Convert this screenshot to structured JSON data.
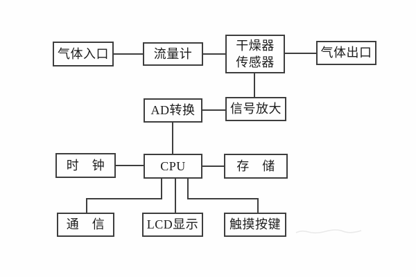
{
  "diagram": {
    "nodes": [
      {
        "id": "gas-inlet",
        "label": "气体入口"
      },
      {
        "id": "flow-meter",
        "label": "流量计"
      },
      {
        "id": "dryer-sensor",
        "label": "干燥器\n传感器"
      },
      {
        "id": "gas-outlet",
        "label": "气体出口"
      },
      {
        "id": "ad-converter",
        "label": "AD转换"
      },
      {
        "id": "signal-amplifier",
        "label": "信号放大"
      },
      {
        "id": "clock",
        "label": "时　钟"
      },
      {
        "id": "cpu",
        "label": "CPU"
      },
      {
        "id": "storage",
        "label": "存　储"
      },
      {
        "id": "communication",
        "label": "通　信"
      },
      {
        "id": "lcd-display",
        "label": "LCD显示"
      },
      {
        "id": "touch-keys",
        "label": "触摸按键"
      }
    ],
    "edges": [
      {
        "from": "gas-inlet",
        "to": "flow-meter"
      },
      {
        "from": "flow-meter",
        "to": "dryer-sensor"
      },
      {
        "from": "dryer-sensor",
        "to": "gas-outlet"
      },
      {
        "from": "dryer-sensor",
        "to": "signal-amplifier"
      },
      {
        "from": "signal-amplifier",
        "to": "ad-converter"
      },
      {
        "from": "ad-converter",
        "to": "cpu"
      },
      {
        "from": "clock",
        "to": "cpu"
      },
      {
        "from": "cpu",
        "to": "storage"
      },
      {
        "from": "cpu",
        "to": "communication"
      },
      {
        "from": "cpu",
        "to": "lcd-display"
      },
      {
        "from": "cpu",
        "to": "touch-keys"
      }
    ],
    "colors": {
      "line": "#3d3d3d",
      "text": "#1c1c1c",
      "background": "#fefefe",
      "watermark": "#d9d9d9"
    }
  }
}
